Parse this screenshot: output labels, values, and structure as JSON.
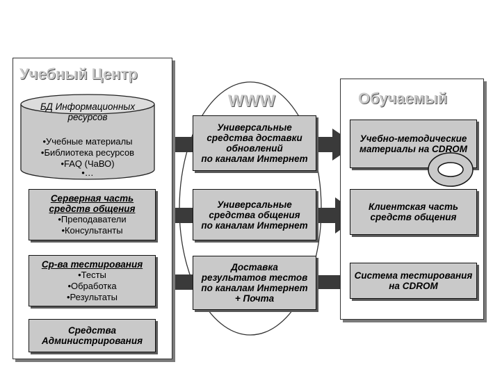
{
  "center_panel": {
    "title": "Учебный Центр",
    "db": {
      "title_line1": "БД Информационных",
      "title_line2": "ресурсов",
      "items": [
        "•Учебные материалы",
        "•Библиотека ресурсов",
        "•FAQ (ЧаВО)",
        "•…"
      ]
    },
    "server_box": {
      "title_line1": "Серверная часть",
      "title_line2": "средств общения",
      "items": [
        "•Преподаватели",
        "•Консультанты"
      ]
    },
    "testing_box": {
      "title": "Ср-ва тестирования",
      "items": [
        "•Тесты",
        "•Обработка",
        "•Результаты"
      ]
    },
    "admin_box": {
      "line1": "Средства",
      "line2": "Администрирования"
    }
  },
  "www": {
    "title": "WWW",
    "box1": [
      "Универсальные",
      "средства доставки",
      "обновлений",
      "по каналам Интернет"
    ],
    "box2": [
      "Универсальные",
      "средства общения",
      "по каналам Интернет"
    ],
    "box3": [
      "Доставка",
      "результатов тестов",
      "по каналам Интернет",
      "+ Почта"
    ]
  },
  "student_panel": {
    "title": "Обучаемый",
    "box1": [
      "Учебно-методические",
      "материалы на CDROM"
    ],
    "box2": [
      "Клиентская часть",
      "средств общения"
    ],
    "box3": [
      "Система тестирования",
      "на CDROM"
    ]
  }
}
